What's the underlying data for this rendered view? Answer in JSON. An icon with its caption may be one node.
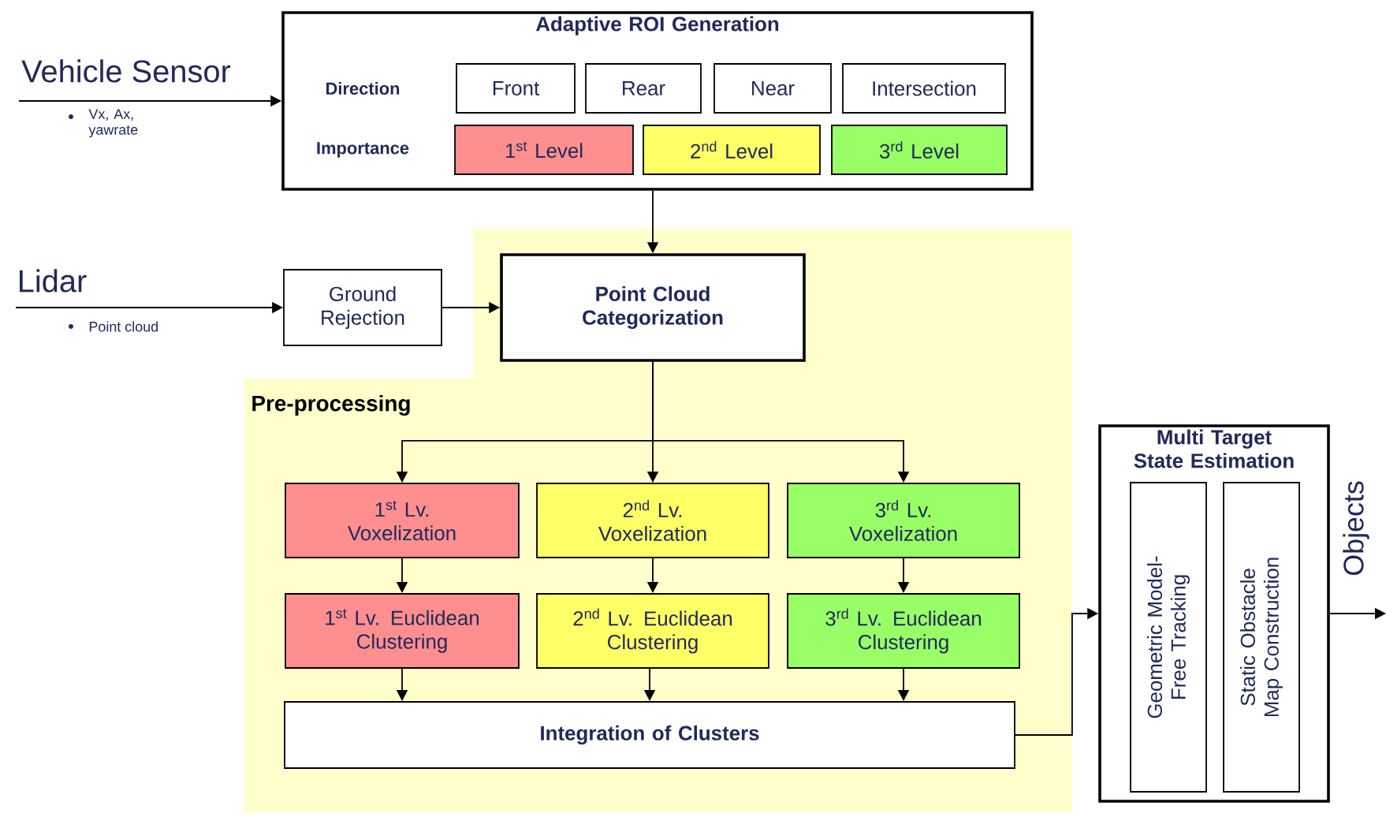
{
  "diagram": {
    "nodes": [
      {
        "text": [
          "Adaptive ROI Generation"
        ]
      },
      {
        "text": [
          "Front"
        ],
        "in": 0
      },
      {
        "text": [
          "Rear"
        ],
        "in": 0
      },
      {
        "text": [
          "Near"
        ],
        "in": 0
      },
      {
        "text": [
          "Intersection"
        ],
        "in": 0
      },
      {
        "text": [
          "1$^{st}$ Level"
        ],
        "in": 0
      },
      {
        "text": [
          "2$^{nd}$ Level"
        ],
        "in": 0
      },
      {
        "text": [
          "3$^{rd}$ Level"
        ],
        "in": 0
      },
      {
        "text": [
          "Ground Rejection"
        ]
      },
      {
        "text": [
          "Pre-processing"
        ]
      },
      {
        "text": [
          "Point Cloud Categorization"
        ],
        "in": 9
      },
      {
        "text": [
          "1$^{st}$ Lv. Voxelization"
        ],
        "in": 9
      },
      {
        "text": [
          "2$^{nd}$ Lv. Voxelization"
        ],
        "in": 9
      },
      {
        "text": [
          "3$^{rd}$ Lv. Voxelization"
        ],
        "in": 9
      },
      {
        "text": [
          "1$^{st}$ Lv. Euclidean Clustering"
        ],
        "in": 9
      },
      {
        "text": [
          "2$^{nd}$ Lv. Euclidean Clustering"
        ],
        "in": 9
      },
      {
        "text": [
          "3$^{rd}$ Lv. Euclidean Clustering"
        ],
        "in": 9
      },
      {
        "text": [
          "Integration of Clusters"
        ],
        "in": 9
      },
      {
        "text": [
          "Multi Target State Estimation"
        ]
      },
      {
        "text": [
          "Geometric Model-Free Tracking"
        ],
        "in": 18
      },
      {
        "text": [
          "Static Obstacle Map Construction"
        ],
        "in": 18
      }
    ],
    "edges": [
      {
        "from": null,
        "to": 0,
        "arrow": "to"
      },
      {
        "from": null,
        "to": 8,
        "arrow": "to"
      },
      {
        "from": 8,
        "to": 10,
        "arrow": "to"
      },
      {
        "from": 0,
        "to": 10,
        "arrow": "to"
      },
      {
        "from": 10,
        "to": 11,
        "arrow": "to"
      },
      {
        "from": 10,
        "to": 12,
        "arrow": "to"
      },
      {
        "from": 10,
        "to": 13,
        "arrow": "to"
      },
      {
        "from": 11,
        "to": 14,
        "arrow": "to"
      },
      {
        "from": 12,
        "to": 15,
        "arrow": "to"
      },
      {
        "from": 13,
        "to": 16,
        "arrow": "to"
      },
      {
        "from": 14,
        "to": 17,
        "arrow": "to"
      },
      {
        "from": 15,
        "to": 17,
        "arrow": "to"
      },
      {
        "from": 16,
        "to": 17,
        "arrow": "to"
      },
      {
        "from": 17,
        "to": 18,
        "arrow": "to"
      },
      {
        "from": 18,
        "to": null,
        "arrow": "to"
      }
    ],
    "labels": [
      "Vehicle Sensor",
      "Vx, Ax, yawrate",
      "Direction",
      "Importance",
      "Lidar",
      "Point cloud",
      "Objects"
    ]
  }
}
